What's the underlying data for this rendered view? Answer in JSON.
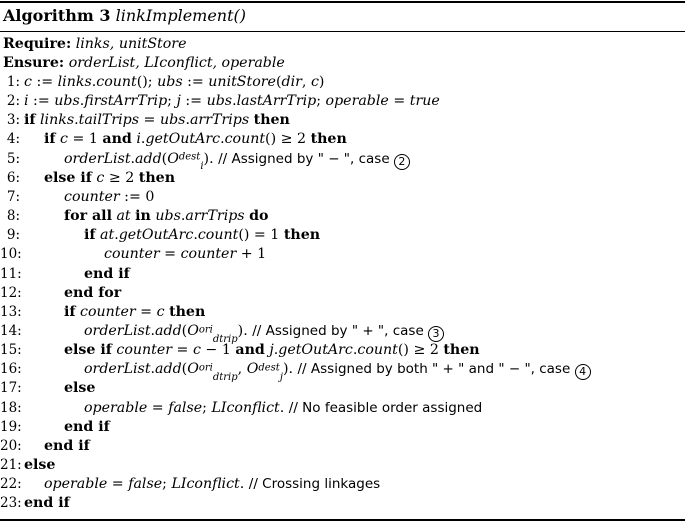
{
  "caption": {
    "label": "Algorithm 3",
    "function": "linkImplement()"
  },
  "require": {
    "label": "Require:",
    "args": "links, unitStore"
  },
  "ensure": {
    "label": "Ensure:",
    "args": "orderList, LIconflict, operable"
  },
  "lines": [
    {
      "n": "1:",
      "text": "c := links.count(); ubs := unitStore(dir, c)"
    },
    {
      "n": "2:",
      "text": "i := ubs.firstArrTrip; j := ubs.lastArrTrip; operable = true"
    },
    {
      "n": "3:",
      "text": "if links.tailTrips = ubs.arrTrips then"
    },
    {
      "n": "4:",
      "text": "if c = 1 and i.getOutArc.count() ≥ 2 then"
    },
    {
      "n": "5:",
      "text": "orderList.add(O_i^dest). // Assigned by \" − \", case ②"
    },
    {
      "n": "6:",
      "text": "else if c ≥ 2 then"
    },
    {
      "n": "7:",
      "text": "counter := 0"
    },
    {
      "n": "8:",
      "text": "for all at in ubs.arrTrips do"
    },
    {
      "n": "9:",
      "text": "if at.getOutArc.count() = 1 then"
    },
    {
      "n": "10:",
      "text": "counter = counter + 1"
    },
    {
      "n": "11:",
      "text": "end if"
    },
    {
      "n": "12:",
      "text": "end for"
    },
    {
      "n": "13:",
      "text": "if counter = c then"
    },
    {
      "n": "14:",
      "text": "orderList.add(O_dtrip^ori). // Assigned by \" + \", case ③"
    },
    {
      "n": "15:",
      "text": "else if counter = c − 1 and j.getOutArc.count() ≥ 2 then"
    },
    {
      "n": "16:",
      "text": "orderList.add(O_dtrip^ori, O_j^dest). // Assigned by both \" + \" and \" − \", case ④"
    },
    {
      "n": "17:",
      "text": "else"
    },
    {
      "n": "18:",
      "text": "operable = false; LIconflict. // No feasible order assigned"
    },
    {
      "n": "19:",
      "text": "end if"
    },
    {
      "n": "20:",
      "text": "end if"
    },
    {
      "n": "21:",
      "text": "else"
    },
    {
      "n": "22:",
      "text": "operable = false; LIconflict. // Crossing linkages"
    },
    {
      "n": "23:",
      "text": "end if"
    }
  ]
}
